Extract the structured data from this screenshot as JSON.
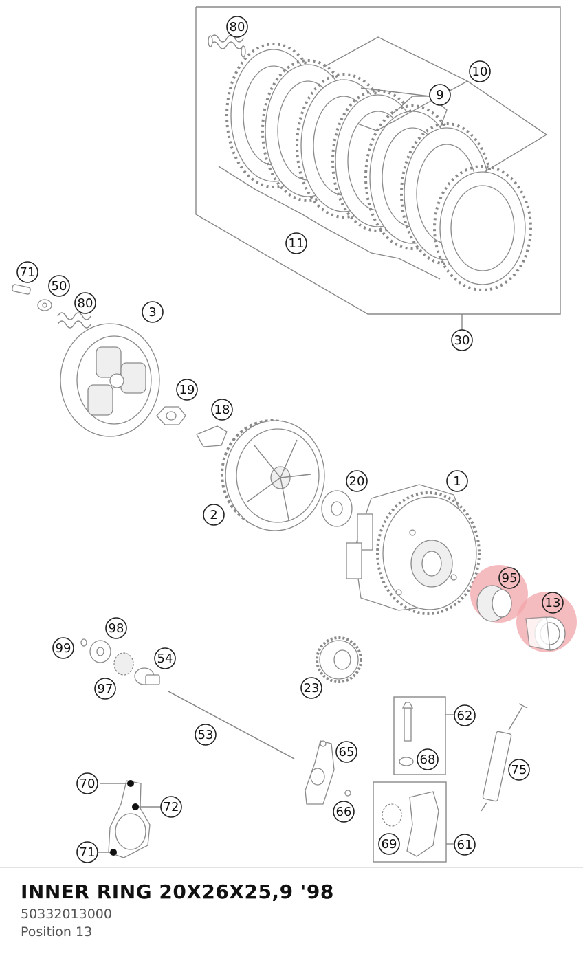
{
  "diagram": {
    "highlight_color": "#f2a5ab",
    "callouts": {
      "c80a": "80",
      "c10": "10",
      "c9": "9",
      "c11": "11",
      "c30": "30",
      "c71a": "71",
      "c50": "50",
      "c80b": "80",
      "c3": "3",
      "c19": "19",
      "c18": "18",
      "c2": "2",
      "c20": "20",
      "c1": "1",
      "c95": "95",
      "c13": "13",
      "c98": "98",
      "c99": "99",
      "c97": "97",
      "c54": "54",
      "c23": "23",
      "c53": "53",
      "c62": "62",
      "c68": "68",
      "c75": "75",
      "c65": "65",
      "c66": "66",
      "c70": "70",
      "c72": "72",
      "c71b": "71",
      "c69": "69",
      "c61": "61"
    },
    "highlighted": [
      "95",
      "13"
    ]
  },
  "info": {
    "part_name": "INNER RING 20X26X25,9 '98",
    "part_number": "50332013000",
    "position": "Position 13"
  }
}
